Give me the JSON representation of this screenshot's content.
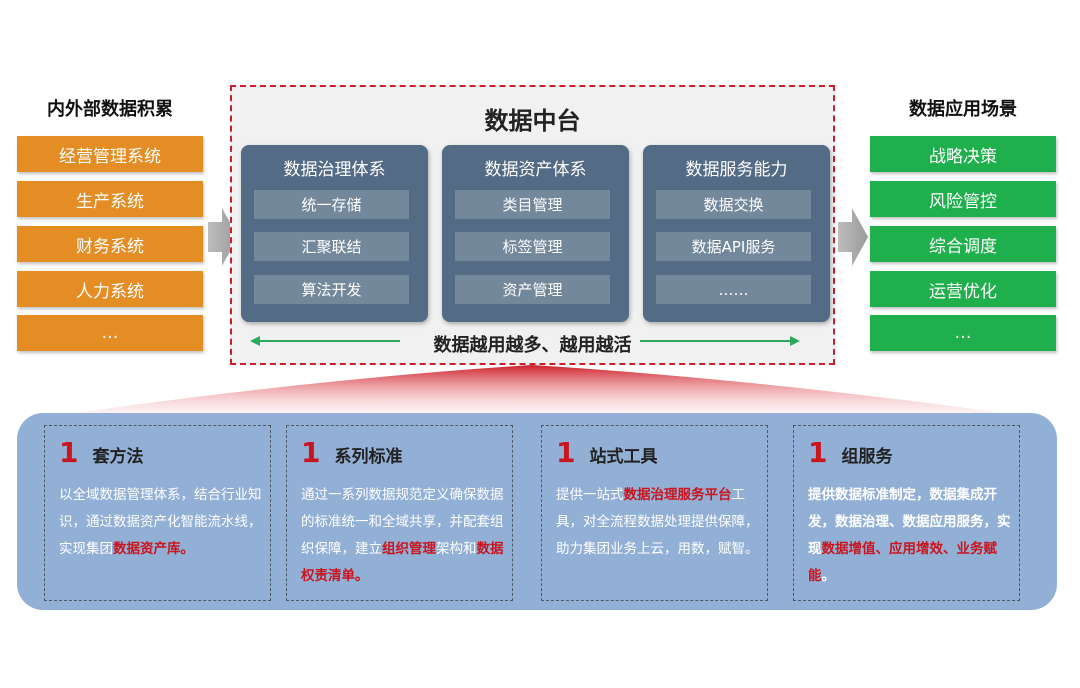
{
  "left_column": {
    "title": "内外部数据积累",
    "items": [
      "经营管理系统",
      "生产系统",
      "财务系统",
      "人力系统",
      "…"
    ]
  },
  "right_column": {
    "title": "数据应用场景",
    "items": [
      "战略决策",
      "风险管控",
      "综合调度",
      "运营优化",
      "…"
    ]
  },
  "platform": {
    "title": "数据中台",
    "pillars": [
      {
        "title": "数据治理体系",
        "items": [
          "统一存储",
          "汇聚联结",
          "算法开发"
        ]
      },
      {
        "title": "数据资产体系",
        "items": [
          "类目管理",
          "标签管理",
          "资产管理"
        ]
      },
      {
        "title": "数据服务能力",
        "items": [
          "数据交换",
          "数据API服务",
          "……"
        ]
      }
    ],
    "slogan": "数据越用越多、越用越活"
  },
  "cards": [
    {
      "num": "1",
      "title": "套方法",
      "body": [
        {
          "text": "以全域数据管理体系，结合行业知识，通过数据资产化智能流水线，实现集团",
          "hl": false
        },
        {
          "text": "数据资产库。",
          "hl": true
        }
      ]
    },
    {
      "num": "1",
      "title": "系列标准",
      "body": [
        {
          "text": "通过一系列数据规范定义确保数据的标准统一和全域共享，并配套组织保障，建立",
          "hl": false
        },
        {
          "text": "组织管理",
          "hl": true
        },
        {
          "text": "架构和",
          "hl": false
        },
        {
          "text": "数据权责清单。",
          "hl": true
        }
      ]
    },
    {
      "num": "1",
      "title": "站式工具",
      "body": [
        {
          "text": "提供一站式",
          "hl": false
        },
        {
          "text": "数据治理服务平台",
          "hl": true
        },
        {
          "text": "工具，对全流程数据处理提供保障，助力集团业务上云，用数，赋智。",
          "hl": false
        }
      ]
    },
    {
      "num": "1",
      "title": "组服务",
      "body": [
        {
          "text": "提供数据标准制定，数据集成开发，数据治理、数据应用服务，实现",
          "hl": false
        },
        {
          "text": "数据增值、应用增效、业务赋能",
          "hl": true
        },
        {
          "text": "。",
          "hl": false
        }
      ]
    }
  ],
  "colors": {
    "orange": "#e58d25",
    "green": "#1fb04d",
    "pillar": "#536b84",
    "pillar_item": "#74889c",
    "dashed_border": "#c6202a",
    "panel_blue": "#92b0d6",
    "highlight_red": "#c9151e",
    "slogan_arrow": "#2ea85c"
  }
}
